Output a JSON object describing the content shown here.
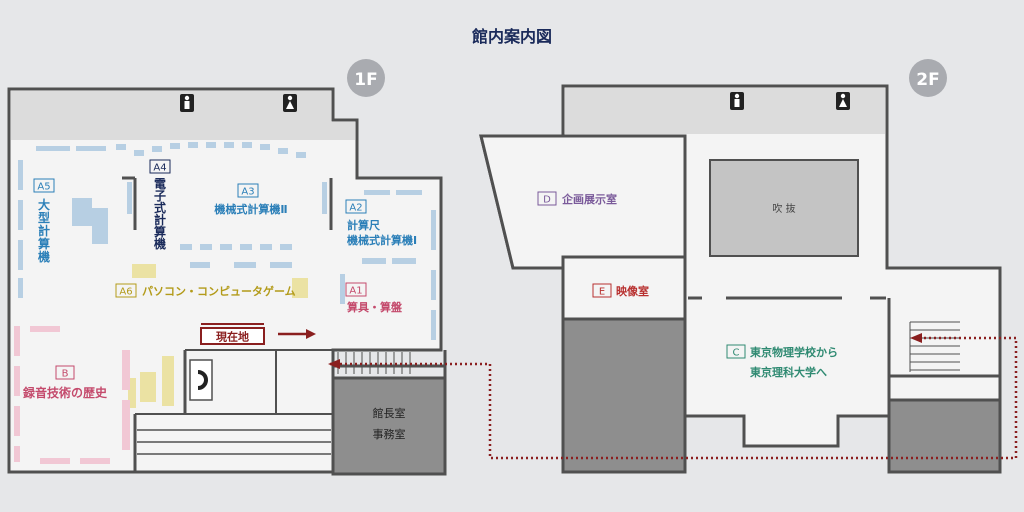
{
  "title": "館内案内図",
  "floors": {
    "f1": {
      "label": "1F"
    },
    "f2": {
      "label": "2F"
    }
  },
  "current_location": "現在地",
  "rooms": {
    "a1": {
      "code": "A1",
      "name": "算具・算盤"
    },
    "a2": {
      "code": "A2",
      "line1": "計算尺",
      "line2": "機械式計算機Ⅰ"
    },
    "a3": {
      "code": "A3",
      "name": "機械式計算機Ⅱ"
    },
    "a4": {
      "code": "A4",
      "chars": [
        "電",
        "子",
        "式",
        "計",
        "算",
        "機"
      ]
    },
    "a5": {
      "code": "A5",
      "chars": [
        "大",
        "型",
        "計",
        "算",
        "機"
      ]
    },
    "a6": {
      "code": "A6",
      "name": "パソコン・コンピュータゲーム"
    },
    "b": {
      "code": "B",
      "name": "録音技術の歴史"
    },
    "office": {
      "line1": "館長室",
      "line2": "事務室"
    },
    "c": {
      "code": "C",
      "line1": "東京物理学校から",
      "line2": "東京理科大学へ"
    },
    "d": {
      "code": "D",
      "name": "企画展示室"
    },
    "e": {
      "code": "E",
      "name": "映像室"
    },
    "void": {
      "name": "吹 抜"
    }
  },
  "colors": {
    "background": "#e6e7e9",
    "floor": "#f4f4f4",
    "wall": "#505050",
    "gray_room": "#8e8e8e",
    "blue": "#2b7fb8",
    "yellow": "#b39b1a",
    "pink": "#c44a6c",
    "purple": "#7a5a9a",
    "red": "#b8302f",
    "green": "#2f8a72",
    "navy": "#1a2a5a",
    "route": "#8a1f1f"
  },
  "icons": [
    "male-restroom-icon",
    "female-restroom-icon",
    "floor-badge-icon",
    "stairs-icon",
    "arrow-right-icon"
  ]
}
